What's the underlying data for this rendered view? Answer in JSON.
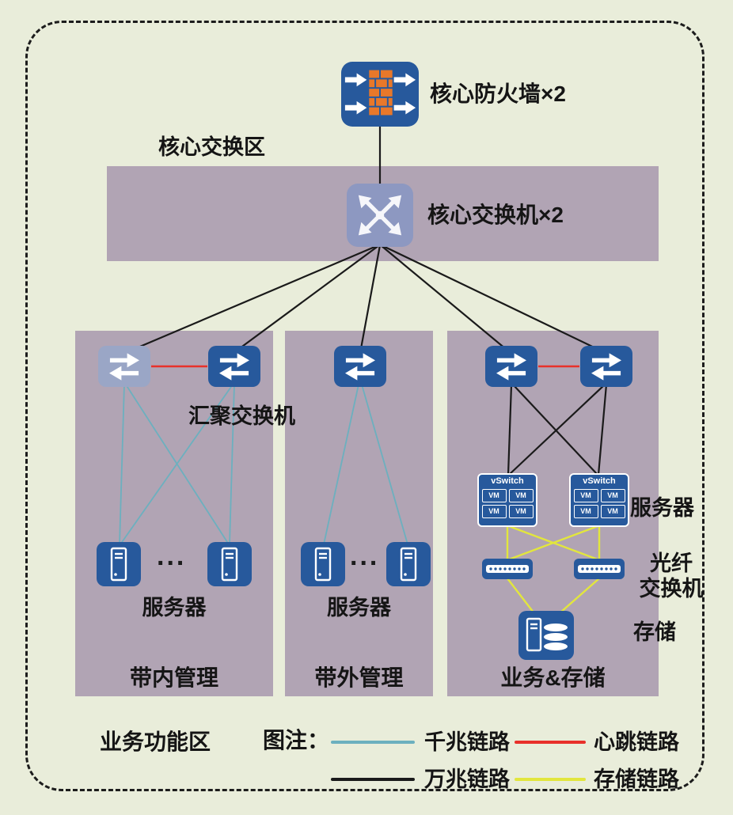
{
  "colors": {
    "background": "#e9edda",
    "zone": "#b1a4b4",
    "device-blue": "#27599c",
    "ghost-blue": "#9aa6c6",
    "core-ghost": "#8d98c1",
    "giga": "#6cb0bf",
    "heartbeat": "#e8312a",
    "tengig": "#1a1a1a",
    "storage-link": "#e2e63d",
    "brick-orange": "#e8782a"
  },
  "labels": {
    "core_zone": "核心交换区",
    "firewall": "核心防火墙×2",
    "core_switch": "核心交换机×2",
    "agg_switch": "汇聚交换机",
    "ellipsis": "...",
    "server": "服务器",
    "fiber_line1": "光纤",
    "fiber_line2": "交换机",
    "storage": "存储",
    "zone_inband": "带内管理",
    "zone_outband": "带外管理",
    "zone_business": "业务&存储",
    "function_zone": "业务功能区",
    "legend_title": "图注："
  },
  "legend": [
    {
      "label": "千兆链路",
      "key": "giga"
    },
    {
      "label": "心跳链路",
      "key": "heartbeat"
    },
    {
      "label": "万兆链路",
      "key": "tengig"
    },
    {
      "label": "存储链路",
      "key": "storage-link"
    }
  ],
  "icons": {
    "vswitch": "vSwitch",
    "vm": "VM"
  }
}
